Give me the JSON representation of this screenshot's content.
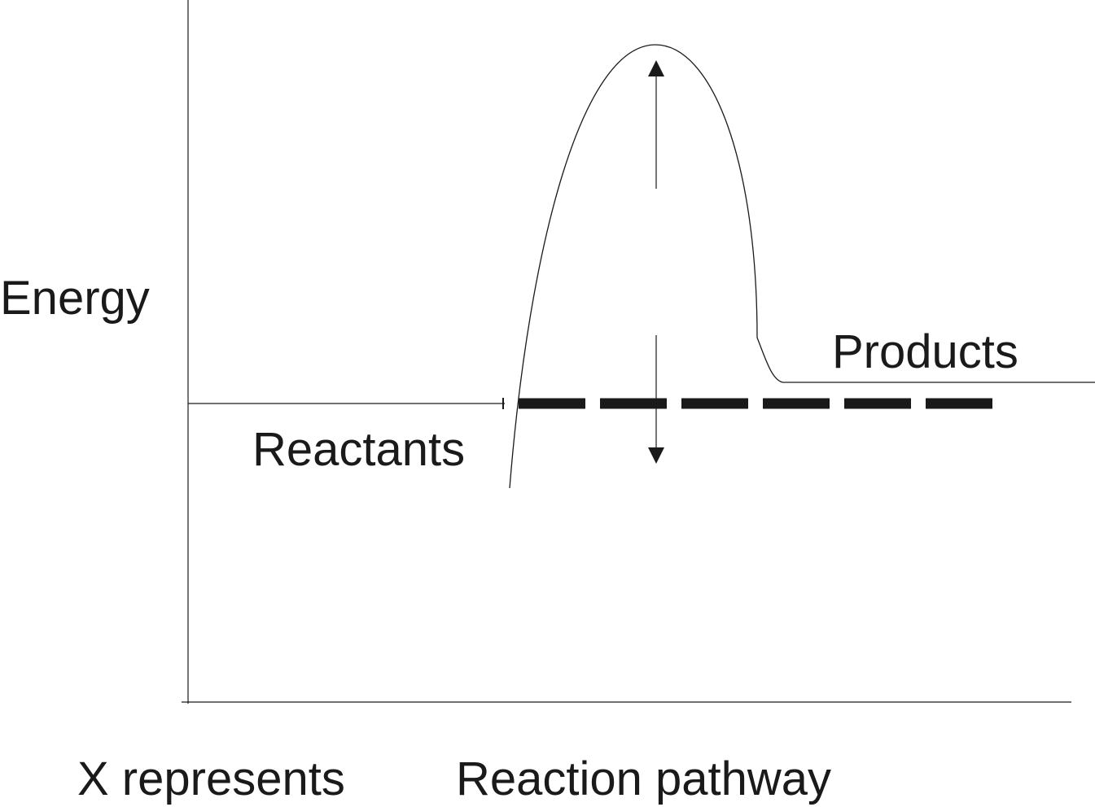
{
  "diagram": {
    "y_axis_label": "Energy",
    "reactants_label": "Reactants",
    "products_label": "Products",
    "x_prefix_label": "X represents",
    "x_axis_label": "Reaction pathway"
  },
  "colors": {
    "ink": "#1a1a1a",
    "background": "#ffffff"
  }
}
